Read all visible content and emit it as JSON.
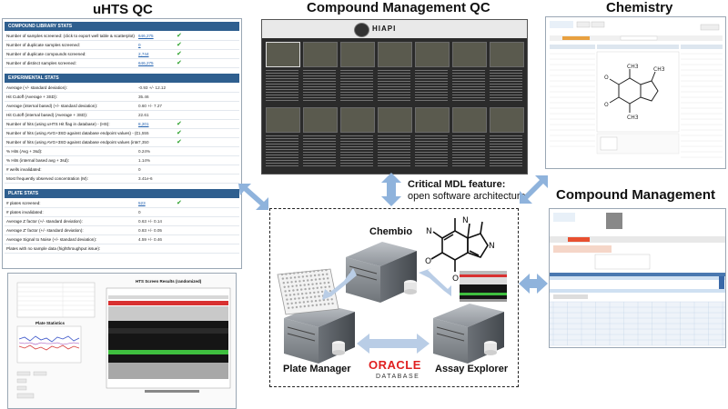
{
  "titles": {
    "uhts": "uHTS QC",
    "cm_qc": "Compound Management QC",
    "chemistry": "Chemistry",
    "cm": "Compound Management"
  },
  "critical": {
    "line1": "Critical MDL feature:",
    "line2": "open software architecture"
  },
  "center": {
    "chembio": "Chembio",
    "plate_manager": "Plate Manager",
    "assay_explorer": "Assay Explorer",
    "oracle": "ORACLE",
    "database": "DATABASE"
  },
  "hiapi_label": "HIAPI",
  "uhts_panel": {
    "sections": [
      {
        "header": "COMPOUND LIBRARY STATS",
        "rows": [
          {
            "label": "Number of samples screened: (click to export well table & scatterplot)",
            "value": "646,275",
            "link": true,
            "check": true
          },
          {
            "label": "Number of duplicate samples screened:",
            "value": "0",
            "link": true,
            "check": true
          },
          {
            "label": "Number of duplicate compounds screened:",
            "value": "2,744",
            "link": true,
            "check": true
          },
          {
            "label": "Number of distinct samples screened:",
            "value": "646,275",
            "link": true,
            "check": true
          }
        ]
      },
      {
        "header": "EXPERIMENTAL STATS",
        "rows": [
          {
            "label": "Average (+/- standard deviation):",
            "value": "-0.93 +/- 12.12",
            "link": false,
            "check": false
          },
          {
            "label": "Hit Cutoff (Average + 3SD):",
            "value": "35.46",
            "link": false,
            "check": false
          },
          {
            "label": "Average (internal based) (+/- standard deviation):",
            "value": "0.60 +/- 7.27",
            "link": false,
            "check": false
          },
          {
            "label": "Hit Cutoff (internal based) (Average + 3SD):",
            "value": "22.61",
            "link": false,
            "check": false
          },
          {
            "label": "Number of hits (using uHTS Hit flag in database) - (HS):",
            "value": "8,201",
            "link": true,
            "check": true
          },
          {
            "label": "Number of hits (using AVG+3SD against database endpoint values) - (DB):",
            "value": "1,555",
            "link": false,
            "check": true
          },
          {
            "label": "Number of hits (using AVG+3SD against database endpoint values (internal based)) - (DB):",
            "value": "7,350",
            "link": false,
            "check": true
          },
          {
            "label": "% Hits (Avg + 3sd):",
            "value": "0.24%",
            "link": false,
            "check": false
          },
          {
            "label": "% Hits (internal based avg + 3sd):",
            "value": "1.14%",
            "link": false,
            "check": false
          },
          {
            "label": "# wells invalidated:",
            "value": "0",
            "link": false,
            "check": false
          },
          {
            "label": "Most frequently observed concentration (M):",
            "value": "3.41e-6",
            "link": false,
            "check": false
          }
        ]
      },
      {
        "header": "PLATE STATS",
        "rows": [
          {
            "label": "# plates screened:",
            "value": "523",
            "link": true,
            "check": true
          },
          {
            "label": "# plates invalidated:",
            "value": "0",
            "link": false,
            "check": false
          },
          {
            "label": "Average Z factor (+/- standard deviation):",
            "value": "0.63 +/- 0.14",
            "link": false,
            "check": false
          },
          {
            "label": "Average Z' factor (+/- standard deviation):",
            "value": "0.83 +/- 0.05",
            "link": false,
            "check": false
          },
          {
            "label": "Average Signal to Noise (+/- standard deviation):",
            "value": "4.59 +/- 0.46",
            "link": false,
            "check": false
          },
          {
            "label": "Plates with no sample data (highthroughput issue):",
            "value": "",
            "link": false,
            "check": false
          }
        ]
      }
    ]
  },
  "screen_results": {
    "title": "HTS Screen Results (randomized)",
    "plate_stats_title": "Plate Statistics"
  },
  "colors": {
    "arrow": "#8fb3dc",
    "stat_header": "#2f5f8f",
    "check": "#2aa02a"
  }
}
